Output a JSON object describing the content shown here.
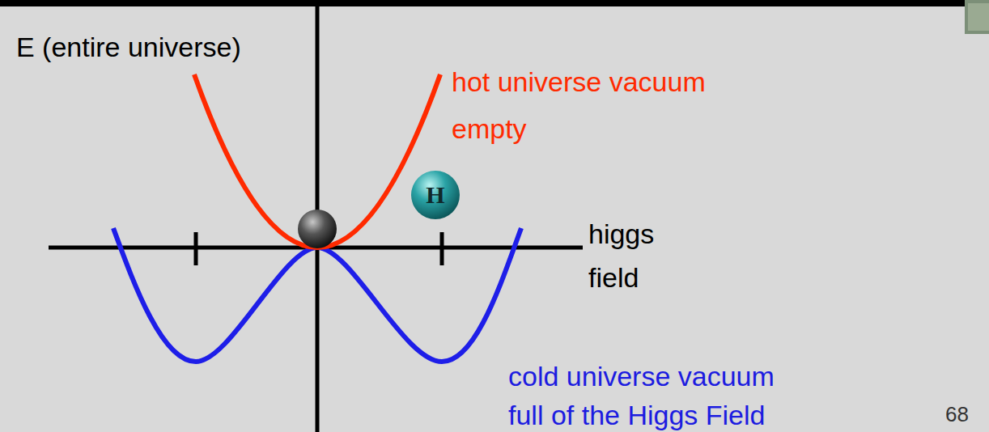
{
  "diagram": {
    "nodes": [
      {
        "text": [
          "H"
        ]
      }
    ],
    "labels": [
      "E (entire universe)",
      "hot universe vacuum empty",
      "higgs field",
      "cold universe vacuum full of the Higgs Field",
      "68"
    ]
  }
}
